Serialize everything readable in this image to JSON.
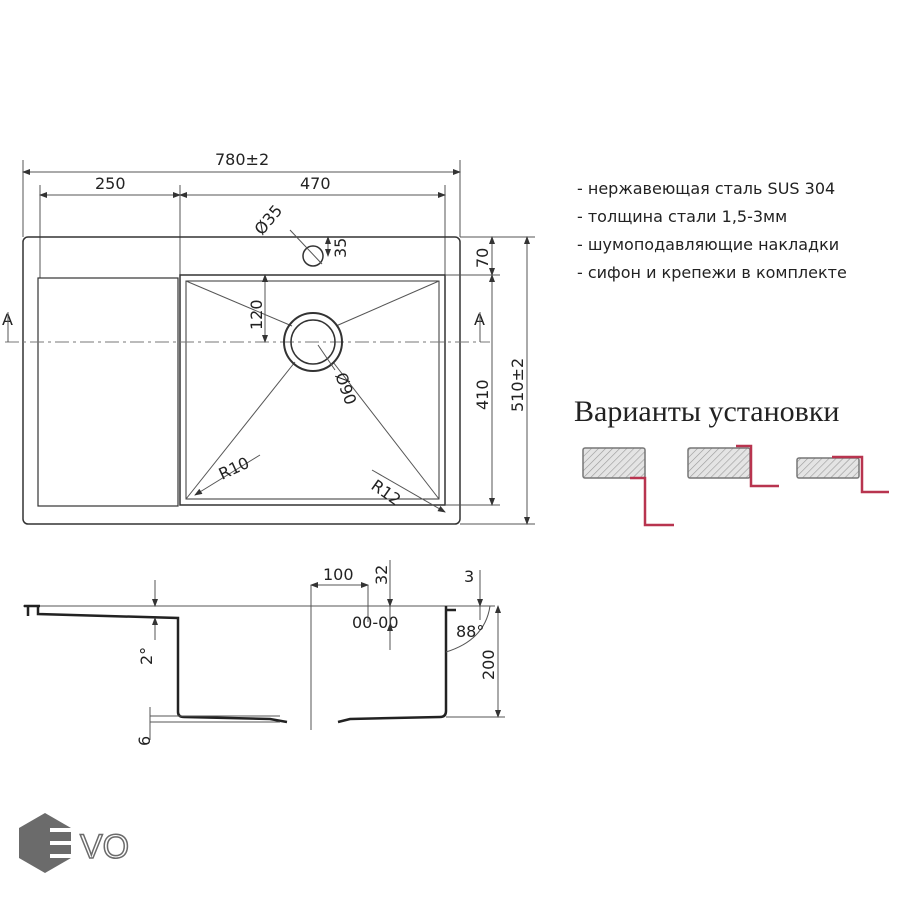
{
  "top_view": {
    "overall_width": "780±2",
    "drainboard_width": "250",
    "bowl_width": "470",
    "tap_hole_diameter": "Ø35",
    "tap_hole_offset": "35",
    "edge_to_bowl": "70",
    "drain_offset": "120",
    "drain_diameter": "Ø90",
    "bowl_depth_dim": "410",
    "overall_depth": "510±2",
    "radius_inner": "R10",
    "radius_outer": "R12",
    "section_mark": "A"
  },
  "side_view": {
    "overflow_offset": "100",
    "overflow_height": "32",
    "rim_thickness": "3",
    "wall_angle": "88°",
    "bowl_depth": "200",
    "slope_angle": "2°",
    "bottom_step": "6"
  },
  "specs": [
    "- нержавеющая сталь SUS 304",
    "- толщина стали 1,5-3мм",
    "- шумоподавляющие накладки",
    "- сифон и крепежи в комплекте"
  ],
  "install": {
    "title": "Варианты установки"
  },
  "logo": {
    "text": "EVO",
    "color": "#6b6b6b"
  },
  "colors": {
    "accent": "#b8344f",
    "line": "#222222"
  }
}
